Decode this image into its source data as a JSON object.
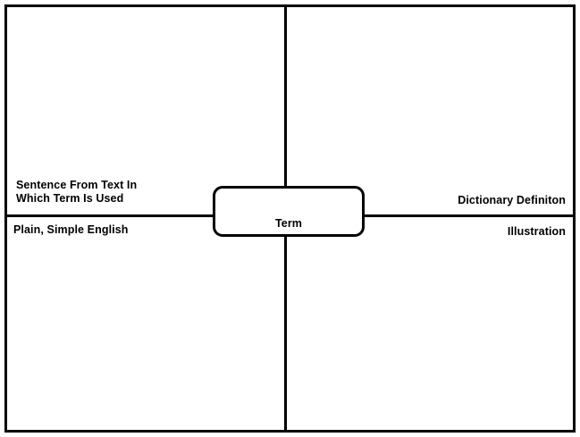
{
  "organizer": {
    "type": "frayer-model-vocabulary-graphic-organizer",
    "center": {
      "label": "Term"
    },
    "quadrants": {
      "top_left": {
        "label": "Sentence From Text In\nWhich Term Is Used"
      },
      "top_right": {
        "label": "Dictionary Definiton"
      },
      "bottom_left": {
        "label": "Plain, Simple English"
      },
      "bottom_right": {
        "label": "Illustration"
      }
    },
    "colors": {
      "line": "#000000",
      "background": "#ffffff",
      "text": "#000000"
    }
  }
}
